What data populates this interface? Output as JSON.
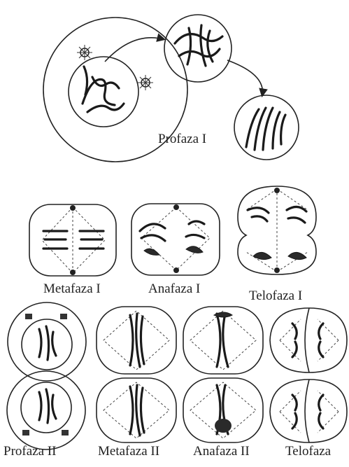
{
  "labels": {
    "prophase1": "Profaza I",
    "metaphase1": "Metafaza I",
    "anaphase1": "Anafaza I",
    "telophase1": "Telofaza I",
    "prophase2": "Profaza II",
    "metaphase2": "Metafaza II",
    "anaphase2": "Anafaza II",
    "telophase2": "Telofaza"
  }
}
